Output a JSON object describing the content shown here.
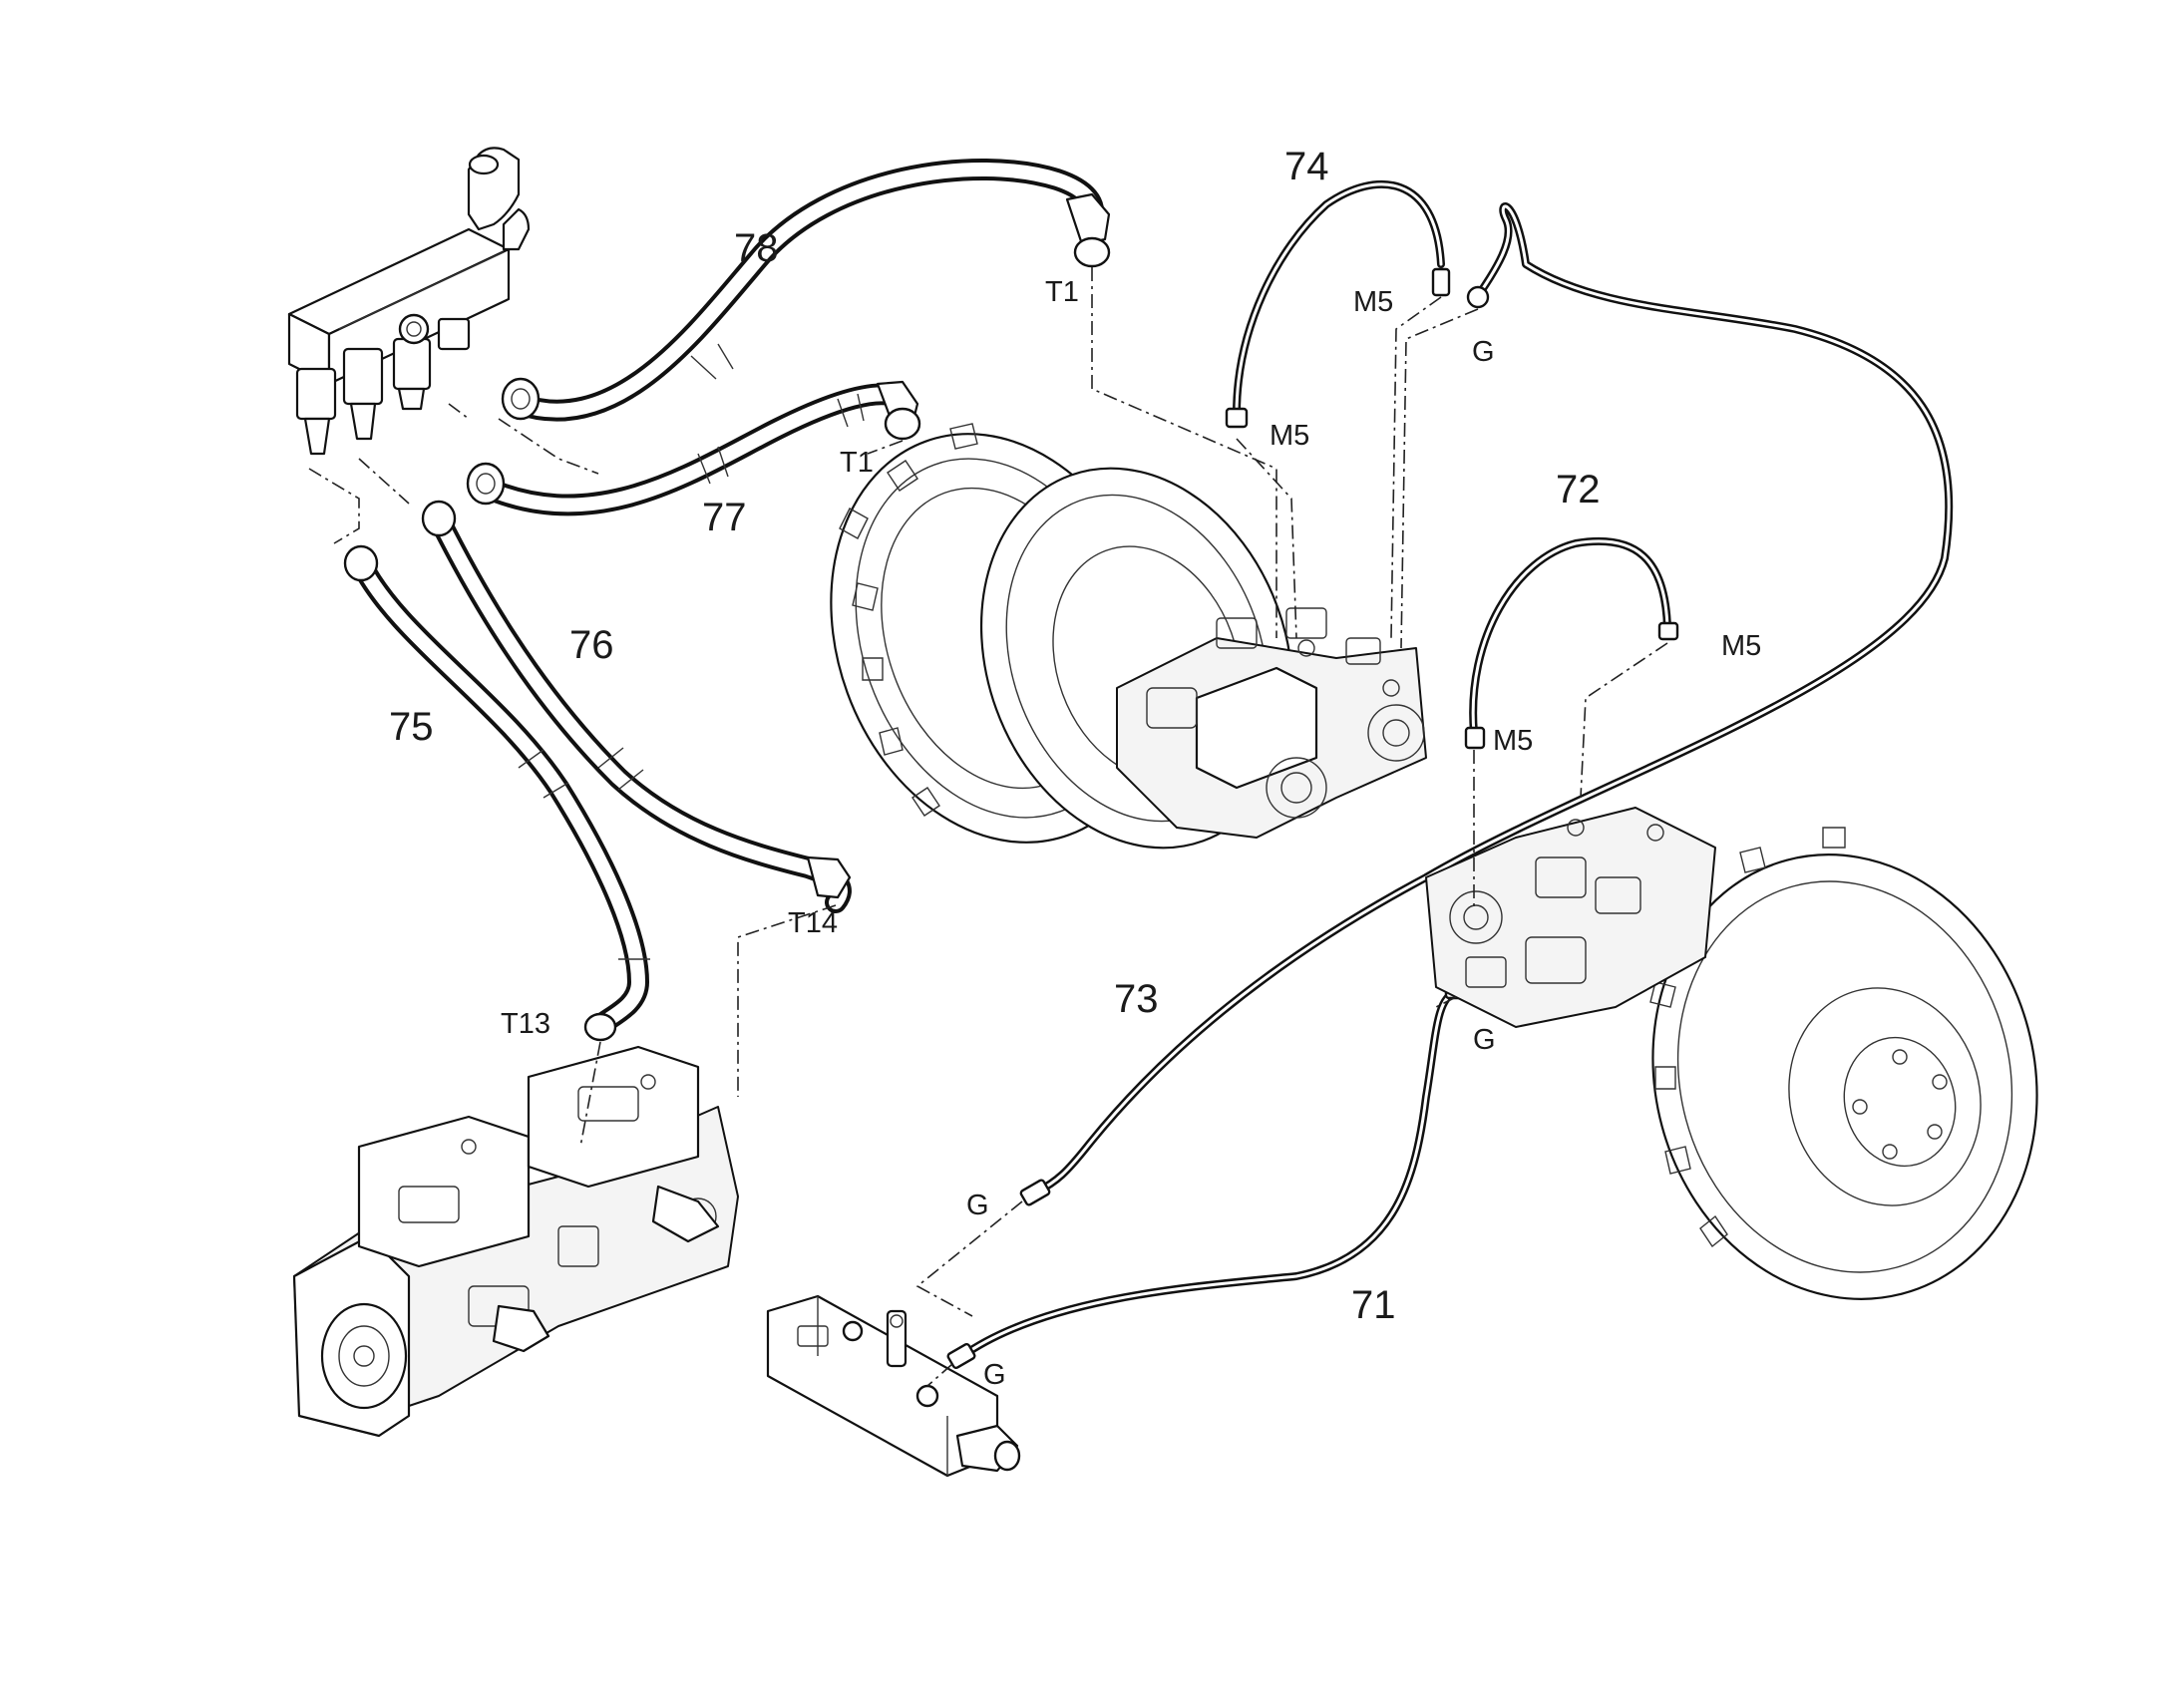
{
  "callouts": {
    "c71": "71",
    "c72": "72",
    "c73": "73",
    "c74": "74",
    "c75": "75",
    "c76": "76",
    "c77": "77",
    "c78": "78"
  },
  "ports": {
    "t1_upper": "T1",
    "t1_lower": "T1",
    "m5_top": "M5",
    "g_top": "G",
    "m5_mid": "M5",
    "m5_right": "M5",
    "m5_right_lower": "M5",
    "g_right": "G",
    "g_left": "G",
    "g_bottom": "G",
    "t13": "T13",
    "t14": "T14"
  },
  "colors": {
    "line": "#111111",
    "background": "#ffffff"
  }
}
